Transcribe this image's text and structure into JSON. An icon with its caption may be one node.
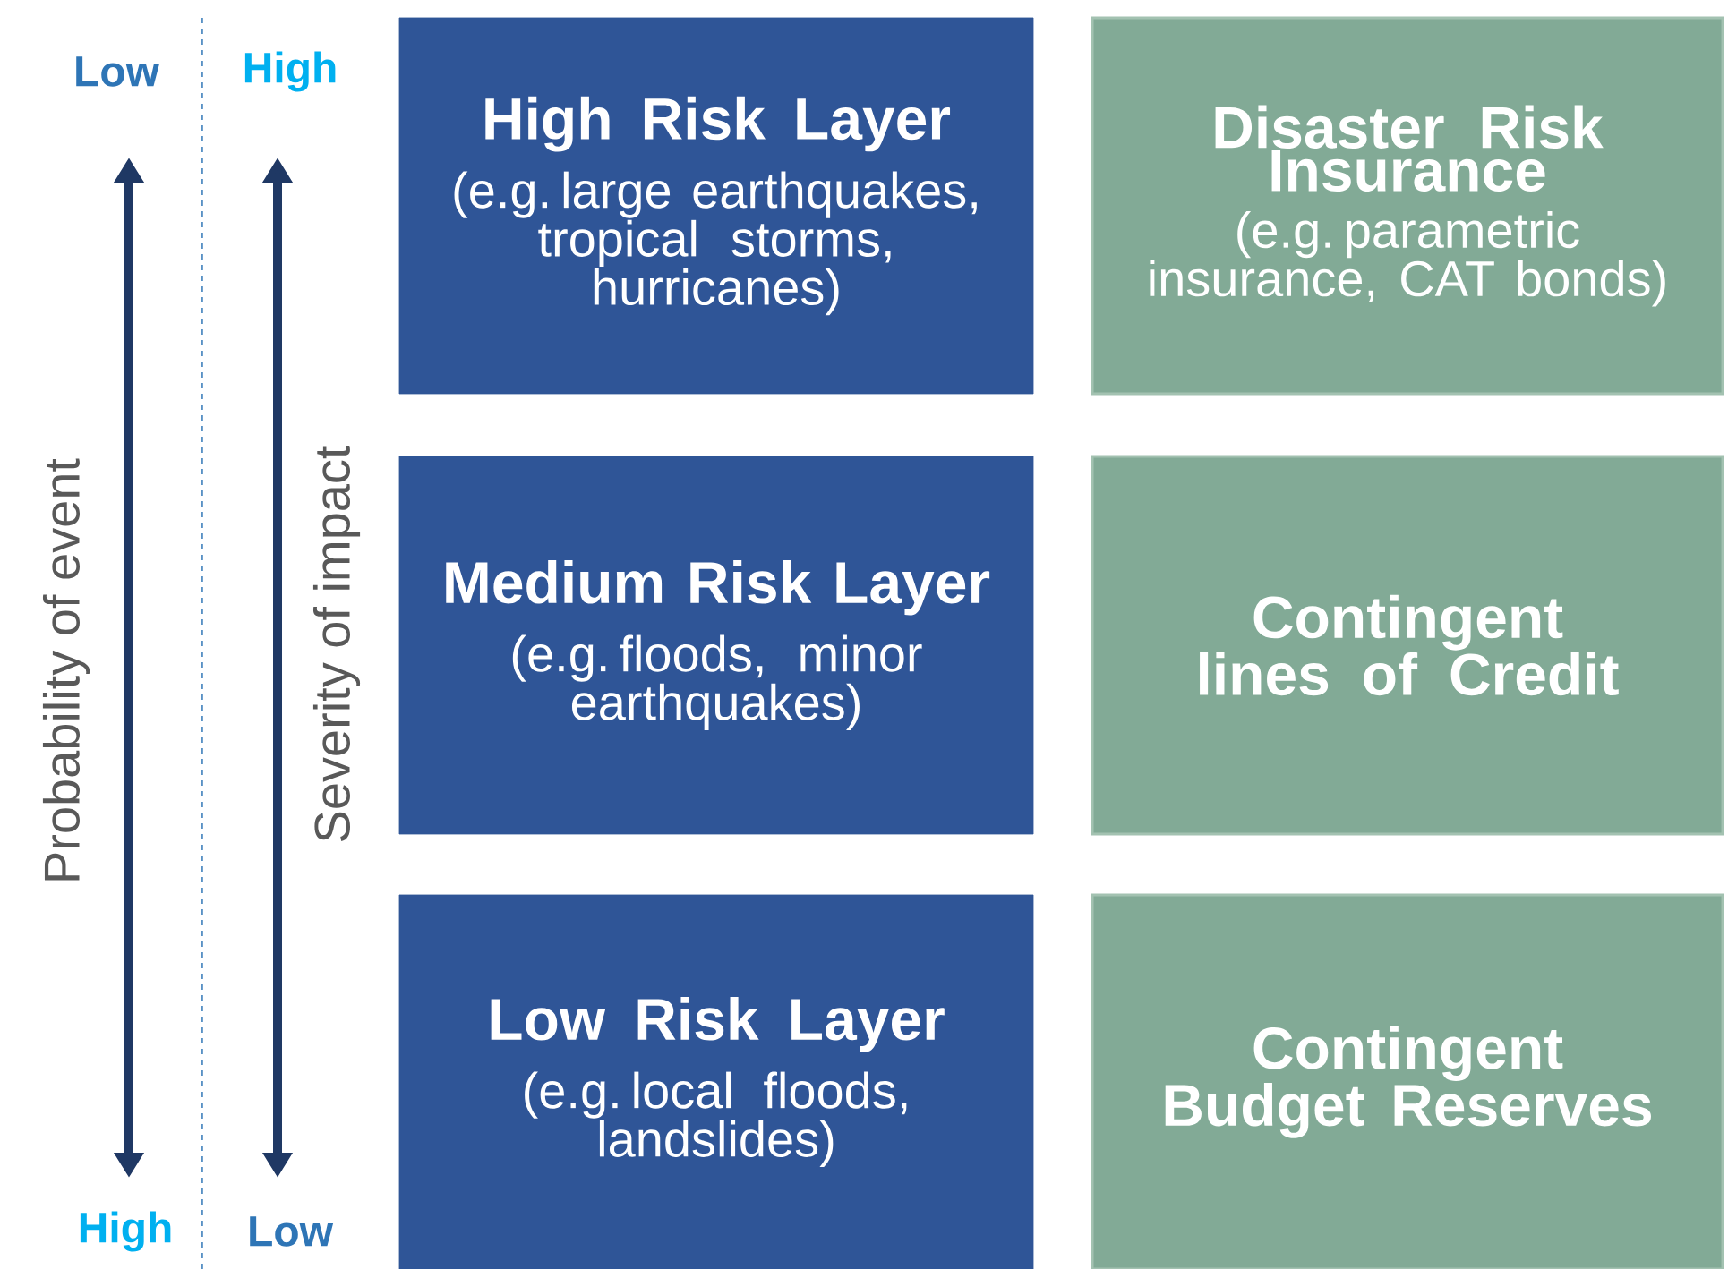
{
  "diagram": {
    "nodes": [
      {
        "text": [
          "High Risk Layer",
          "(e.g. large earthquakes, tropical storms, hurricanes)"
        ]
      },
      {
        "text": [
          "Disaster Risk Insurance",
          "(e.g. parametric insurance, CAT bonds)"
        ]
      },
      {
        "text": [
          "Medium Risk Layer",
          "(e.g. floods, minor earthquakes)"
        ]
      },
      {
        "text": [
          "Contingent lines of Credit"
        ]
      },
      {
        "text": [
          "Low Risk Layer",
          "(e.g. local floods, landslides)"
        ]
      },
      {
        "text": [
          "Contingent Budget Reserves"
        ]
      }
    ],
    "labels": [
      "Low",
      "High",
      "Probability of event",
      "Severity of impact",
      "High",
      "Low"
    ]
  }
}
